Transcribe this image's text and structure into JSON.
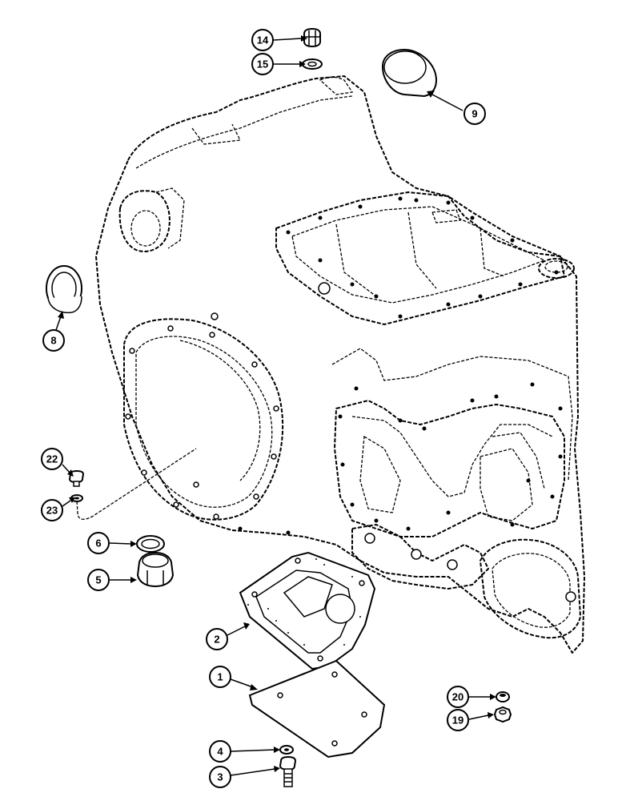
{
  "callouts": [
    {
      "id": "1",
      "label": "1"
    },
    {
      "id": "2",
      "label": "2"
    },
    {
      "id": "3",
      "label": "3"
    },
    {
      "id": "4",
      "label": "4"
    },
    {
      "id": "5",
      "label": "5"
    },
    {
      "id": "6",
      "label": "6"
    },
    {
      "id": "8",
      "label": "8"
    },
    {
      "id": "9",
      "label": "9"
    },
    {
      "id": "14",
      "label": "14"
    },
    {
      "id": "15",
      "label": "15"
    },
    {
      "id": "19",
      "label": "19"
    },
    {
      "id": "20",
      "label": "20"
    },
    {
      "id": "22",
      "label": "22"
    },
    {
      "id": "23",
      "label": "23"
    }
  ]
}
